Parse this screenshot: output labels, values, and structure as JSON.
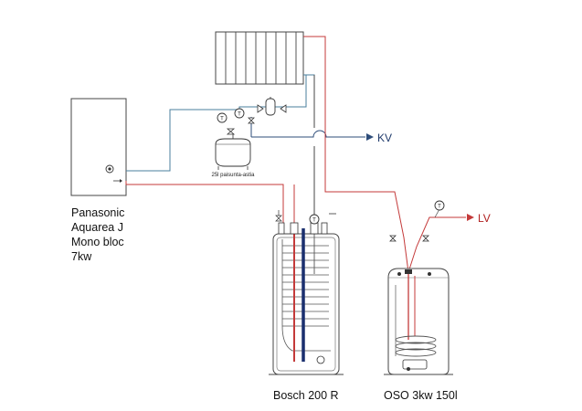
{
  "labels": {
    "heat_pump_line1": "Panasonic",
    "heat_pump_line2": "Aquarea J",
    "heat_pump_line3": "Mono bloc",
    "heat_pump_line4": "7kw",
    "expansion_tank": "25l paisunta-astia",
    "kv": "KV",
    "lv": "LV",
    "tank_bosch": "Bosch 200 R",
    "tank_oso": "OSO 3kw 150l",
    "thermometer_symbol": "T"
  },
  "colors": {
    "cold_pipe": "#4a7f9e",
    "hot_pipe": "#c43a3a",
    "kv_pipe": "#2e4d7a",
    "coil": "#1a2f6e",
    "outline": "#444444"
  }
}
